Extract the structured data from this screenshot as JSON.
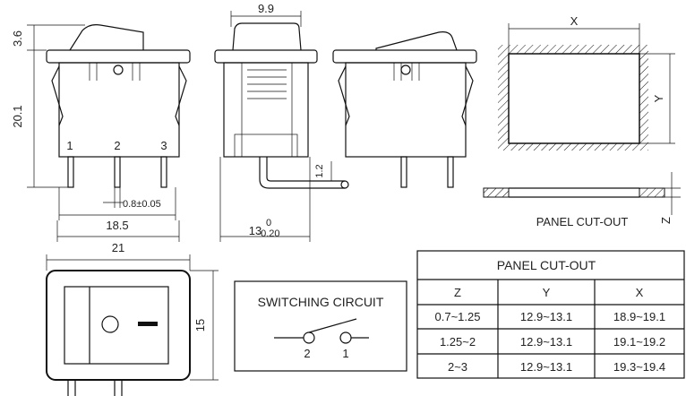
{
  "dimensions": {
    "top_height": "3.6",
    "body_height": "20.1",
    "pin_width": "0.8±0.05",
    "pin_spacing": "18.5",
    "overall_width": "21",
    "front_height": "15",
    "side_width": "9.9",
    "side_depth_main": "13",
    "side_depth_tol_upper": "0",
    "side_depth_tol_lower": "-0.20",
    "bend_dim": "1.2"
  },
  "pins": [
    "1",
    "2",
    "3"
  ],
  "panel_labels": {
    "x": "X",
    "y": "Y",
    "z": "Z"
  },
  "panel_cutout_title": "PANEL CUT-OUT",
  "switching_circuit": {
    "title": "SWITCHING CIRCUIT",
    "pin_labels": [
      "2",
      "1"
    ]
  },
  "cutout_table": {
    "title": "PANEL CUT-OUT",
    "headers": [
      "Z",
      "Y",
      "X"
    ],
    "rows": [
      [
        "0.7~1.25",
        "12.9~13.1",
        "18.9~19.1"
      ],
      [
        "1.25~2",
        "12.9~13.1",
        "19.1~19.2"
      ],
      [
        "2~3",
        "12.9~13.1",
        "19.3~19.4"
      ]
    ]
  }
}
